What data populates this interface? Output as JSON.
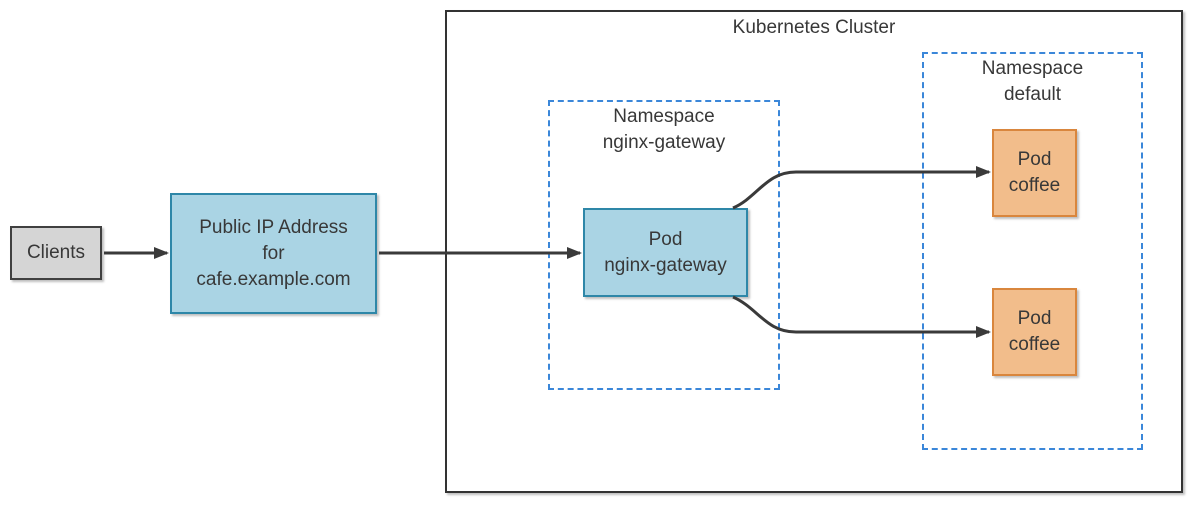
{
  "colors": {
    "arrow": "#3a3a3a",
    "text": "#383838",
    "cluster_border": "#333333",
    "namespace_dash": "#3b87d9",
    "gray_fill": "#d5d5d5",
    "gray_border": "#404040",
    "blue_fill": "#aad4e4",
    "blue_border": "#2e87a8",
    "orange_fill": "#f2bd8b",
    "orange_border": "#d9863d"
  },
  "cluster": {
    "title": "Kubernetes Cluster"
  },
  "clients": {
    "label": "Clients"
  },
  "public_ip": {
    "line1": "Public IP Address",
    "line2": "for",
    "line3": "cafe.example.com"
  },
  "ns_gateway": {
    "line1": "Namespace",
    "line2": "nginx-gateway"
  },
  "pod_gateway": {
    "line1": "Pod",
    "line2": "nginx-gateway"
  },
  "ns_default": {
    "line1": "Namespace",
    "line2": "default"
  },
  "pod_coffee_top": {
    "line1": "Pod",
    "line2": "coffee"
  },
  "pod_coffee_bottom": {
    "line1": "Pod",
    "line2": "coffee"
  }
}
